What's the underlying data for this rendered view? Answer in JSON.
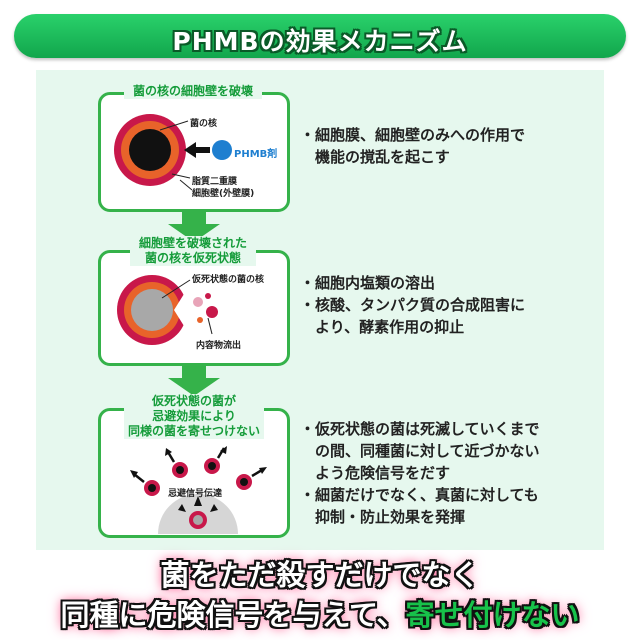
{
  "banner": {
    "title": "PHMBの効果メカニズム"
  },
  "steps": [
    {
      "label": "菌の核の細胞壁を破壊",
      "annotations": {
        "nucleus": "菌の核",
        "lipid": "脂質二重膜",
        "wall": "細胞壁(外壁膜)",
        "agent": "PHMB剤"
      },
      "bullets": [
        "・細胞膜、細胞壁のみへの作用で",
        "　機能の撹乱を起こす"
      ]
    },
    {
      "label_lines": [
        "細胞壁を破壊された",
        "菌の核を仮死状態"
      ],
      "annotations": {
        "dormant": "仮死状態の菌の核",
        "outflow": "内容物流出"
      },
      "bullets": [
        "・細胞内塩類の溶出",
        "・核酸、タンパク質の合成阻害に",
        "　より、酵素作用の抑止"
      ]
    },
    {
      "label_lines": [
        "仮死状態の菌が",
        "忌避効果により",
        "同様の菌を寄せつけない"
      ],
      "annotations": {
        "signal": "忌避信号伝達"
      },
      "bullets": [
        "・仮死状態の菌は死滅していくまで",
        "　の間、同種菌に対して近づかない",
        "　よう危険信号をだす",
        "・細菌だけでなく、真菌に対しても",
        "　抑制・防止効果を発揮"
      ]
    }
  ],
  "tagline": {
    "line1": "菌をただ殺すだけでなく",
    "line2_prefix": "同種に危険信号を与えて、",
    "line2_highlight": "寄せ付けない"
  },
  "colors": {
    "banner": "#1fbf5a",
    "panel": "#e6f8ee",
    "accent": "#35b24a",
    "cell_outer": "#c8184a",
    "cell_mid": "#e8632a",
    "agent": "#1e7fd0"
  }
}
